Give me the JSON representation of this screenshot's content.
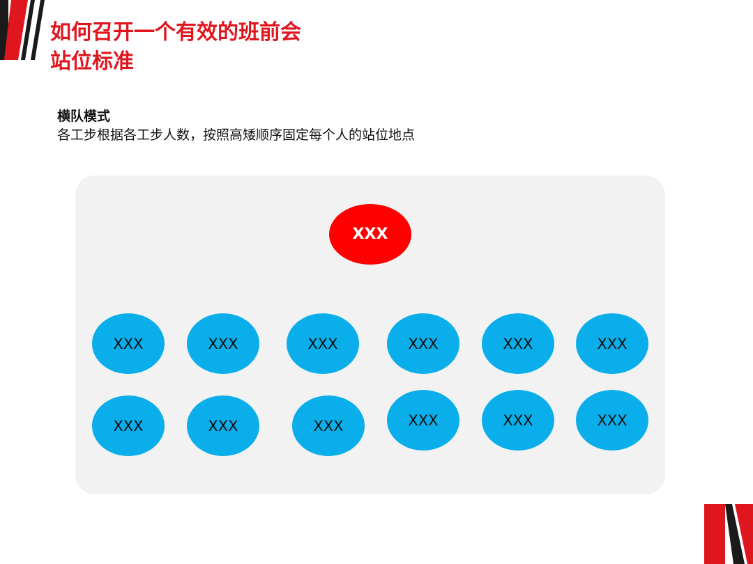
{
  "header": {
    "title_line1": "如何召开一个有效的班前会",
    "title_line2": "站位标准"
  },
  "intro": {
    "heading": "横队模式",
    "description": "各工步根据各工步人数，按照高矮顺序固定每个人的站位地点"
  },
  "diagram": {
    "leader_label": "XXX",
    "row1": [
      "XXX",
      "XXX",
      "XXX",
      "XXX",
      "XXX",
      "XXX"
    ],
    "row2": [
      "XXX",
      "XXX",
      "XXX",
      "XXX",
      "XXX",
      "XXX"
    ]
  },
  "colors": {
    "accent_red": "#e0161f",
    "leader_fill": "#ff0000",
    "member_fill": "#0aaeea",
    "panel_fill": "#f2f2f2"
  }
}
